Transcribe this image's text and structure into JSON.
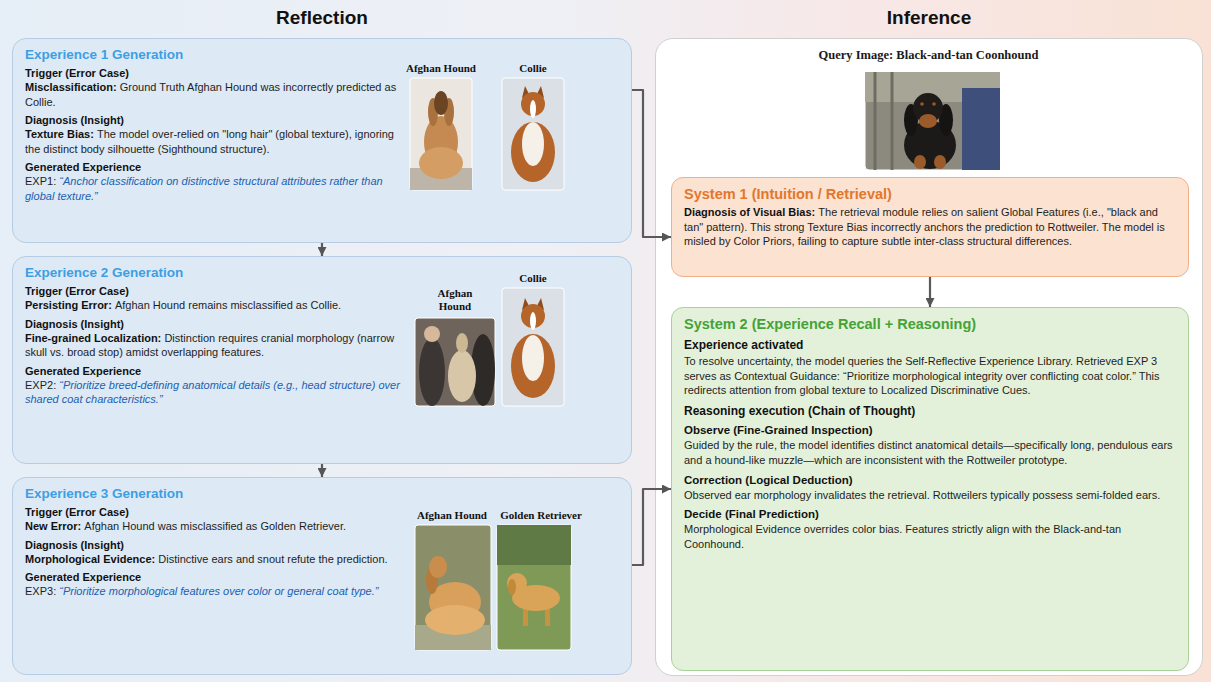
{
  "diagram": {
    "nodes": [
      {
        "text": [
          "Experience 1 Generation",
          "Trigger (Error Case)",
          "Misclassification:",
          "Ground Truth Afghan Hound was incorrectly predicted as Collie.",
          "Diagnosis (Insight)",
          "Texture Bias:",
          "The model over-relied on \"long hair\" (global texture), ignoring the distinct body silhouette (Sighthound structure).",
          "Generated Experience",
          "EXP1:",
          "“Anchor classification on distinctive structural attributes rather than global texture.”"
        ]
      },
      {
        "text": [
          "Experience 2 Generation",
          "Trigger (Error Case)",
          "Persisting Error:",
          "Afghan Hound remains misclassified as Collie.",
          "Diagnosis (Insight)",
          "Fine-grained Localization:",
          "Distinction requires cranial morphology (narrow skull vs. broad stop) amidst overlapping features.",
          "Generated Experience",
          "EXP2:",
          "“Prioritize breed-defining anatomical details (e.g., head structure) over shared coat characteristics.”"
        ]
      },
      {
        "text": [
          "Experience 3 Generation",
          "Trigger (Error Case)",
          "New Error:",
          "Afghan Hound was misclassified as Golden Retriever.",
          "Diagnosis (Insight)",
          "Morphological Evidence:",
          "Distinctive ears and snout refute the prediction.",
          "Generated Experience",
          "EXP3:",
          "“Prioritize morphological features over color or general coat type.”"
        ]
      },
      {
        "text": [
          "Query Image: Black-and-tan Coonhound"
        ]
      },
      {
        "text": [
          "System 1 (Intuition / Retrieval)",
          "Diagnosis of Visual Bias:",
          "The retrieval module relies on salient Global Features (i.e., \"black and tan\" pattern). This strong Texture Bias incorrectly anchors the prediction to Rottweiler. The model is misled by Color Priors, failing to capture subtle inter-class structural differences."
        ],
        "in": 3
      },
      {
        "text": [
          "System 2 (Experience Recall + Reasoning)",
          "Experience activated",
          "To resolve uncertainty, the model queries the Self-Reflective Experience Library. Retrieved EXP 3 serves as Contextual Guidance: “Prioritize morphological integrity over conflicting coat color.” This redirects attention from global texture to Localized Discriminative Cues.",
          "Reasoning execution (Chain of Thought)",
          "Observe (Fine-Grained Inspection)",
          "Guided by the rule, the model identifies distinct anatomical details—specifically long, pendulous ears and a hound-like muzzle—which are inconsistent with the Rottweiler prototype.",
          "Correction (Logical Deduction)",
          "Observed ear morphology invalidates the retrieval. Rottweilers typically possess semi-folded ears.",
          "Decide (Final Prediction)",
          "Morphological Evidence overrides color bias. Features strictly align with the Black-and-tan Coonhound."
        ],
        "in": 3
      }
    ],
    "edges": [
      {
        "from": 0,
        "to": 1,
        "arrow": "to"
      },
      {
        "from": 1,
        "to": 2,
        "arrow": "to"
      },
      {
        "from": 0,
        "to": 4,
        "arrow": "to"
      },
      {
        "from": 2,
        "to": 5,
        "arrow": "to"
      },
      {
        "from": 4,
        "to": 5,
        "arrow": "to"
      }
    ],
    "labels": [
      "Reflection",
      "Inference",
      "Afghan Hound",
      "Collie",
      "Afghan Hound",
      "Collie",
      "Afghan Hound",
      "Golden Retriever"
    ]
  }
}
